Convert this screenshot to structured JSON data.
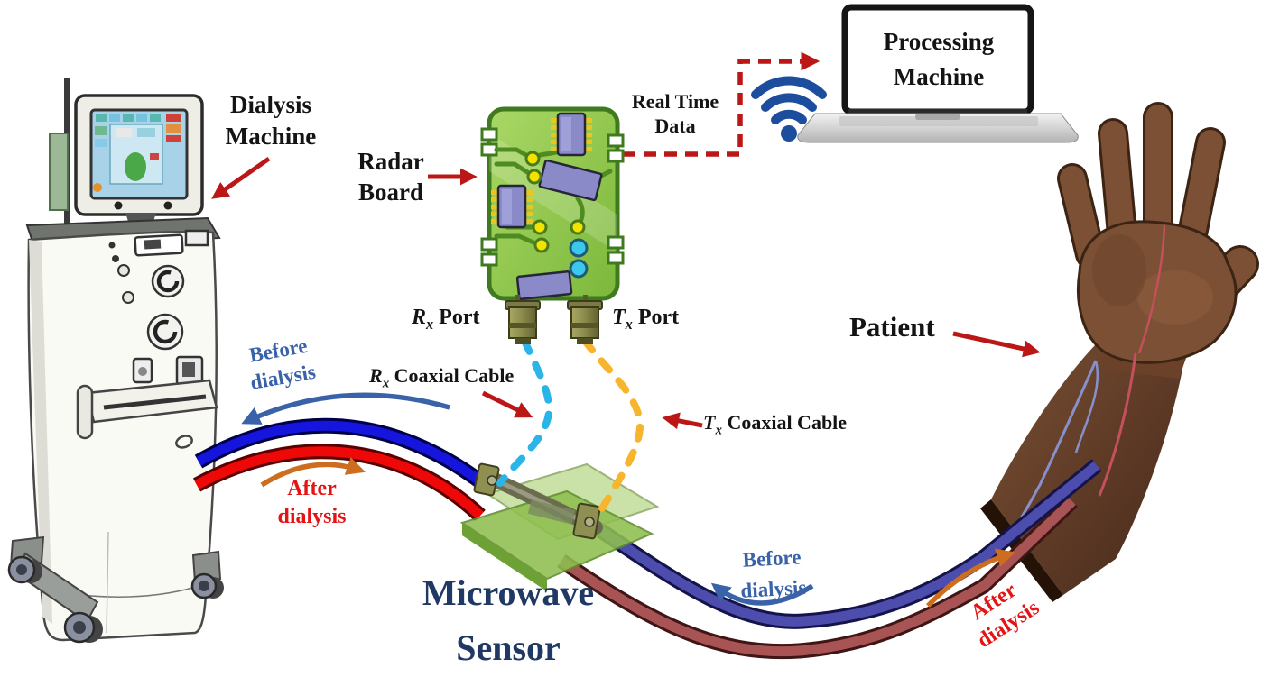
{
  "figure": {
    "name": "Dialysis monitoring system diagram",
    "labels": {
      "dialysis_machine": {
        "line1": "Dialysis",
        "line2": "Machine"
      },
      "radar_board": {
        "line1": "Radar",
        "line2": "Board"
      },
      "real_time_data": {
        "line1": "Real Time",
        "line2": "Data"
      },
      "processing_machine": {
        "line1": "Processing",
        "line2": "Machine"
      },
      "rx_port": {
        "letter": "R",
        "sub": "x",
        "word": "Port"
      },
      "tx_port": {
        "letter": "T",
        "sub": "x",
        "word": "Port"
      },
      "rx_cable": {
        "letter": "R",
        "sub": "x",
        "word": "Coaxial Cable"
      },
      "tx_cable": {
        "letter": "T",
        "sub": "x",
        "word": "Coaxial Cable"
      },
      "patient": "Patient",
      "microwave_sensor": {
        "line1": "Microwave",
        "line2": "Sensor"
      },
      "before_dialysis_left": {
        "line1": "Before",
        "line2": "dialysis"
      },
      "after_dialysis_left": {
        "line1": "After",
        "line2": "dialysis"
      },
      "before_dialysis_right": {
        "line1": "Before",
        "line2": "dialysis"
      },
      "after_dialysis_right": {
        "line1": "After",
        "line2": "dialysis"
      }
    },
    "icons": {
      "wifi": "wifi-icon"
    },
    "colors": {
      "arrow_red": "#bb1717",
      "label_blue": "#3a62a8",
      "label_red": "#e41414",
      "arrow_orange": "#cd6d1f",
      "title_navy": "#1f3864",
      "cable_cyan": "#2ab5e8",
      "cable_yellow": "#f6b52c",
      "wifi_blue": "#1d4e9e",
      "pcb_green": "#8cc63f",
      "pcb_border": "#3f7a1f",
      "tube_blue": "#1515dd",
      "tube_red": "#ee0808",
      "tube_blue_dark": "#4d4dae",
      "tube_red_dark": "#a85454",
      "text_black": "#141414"
    }
  }
}
